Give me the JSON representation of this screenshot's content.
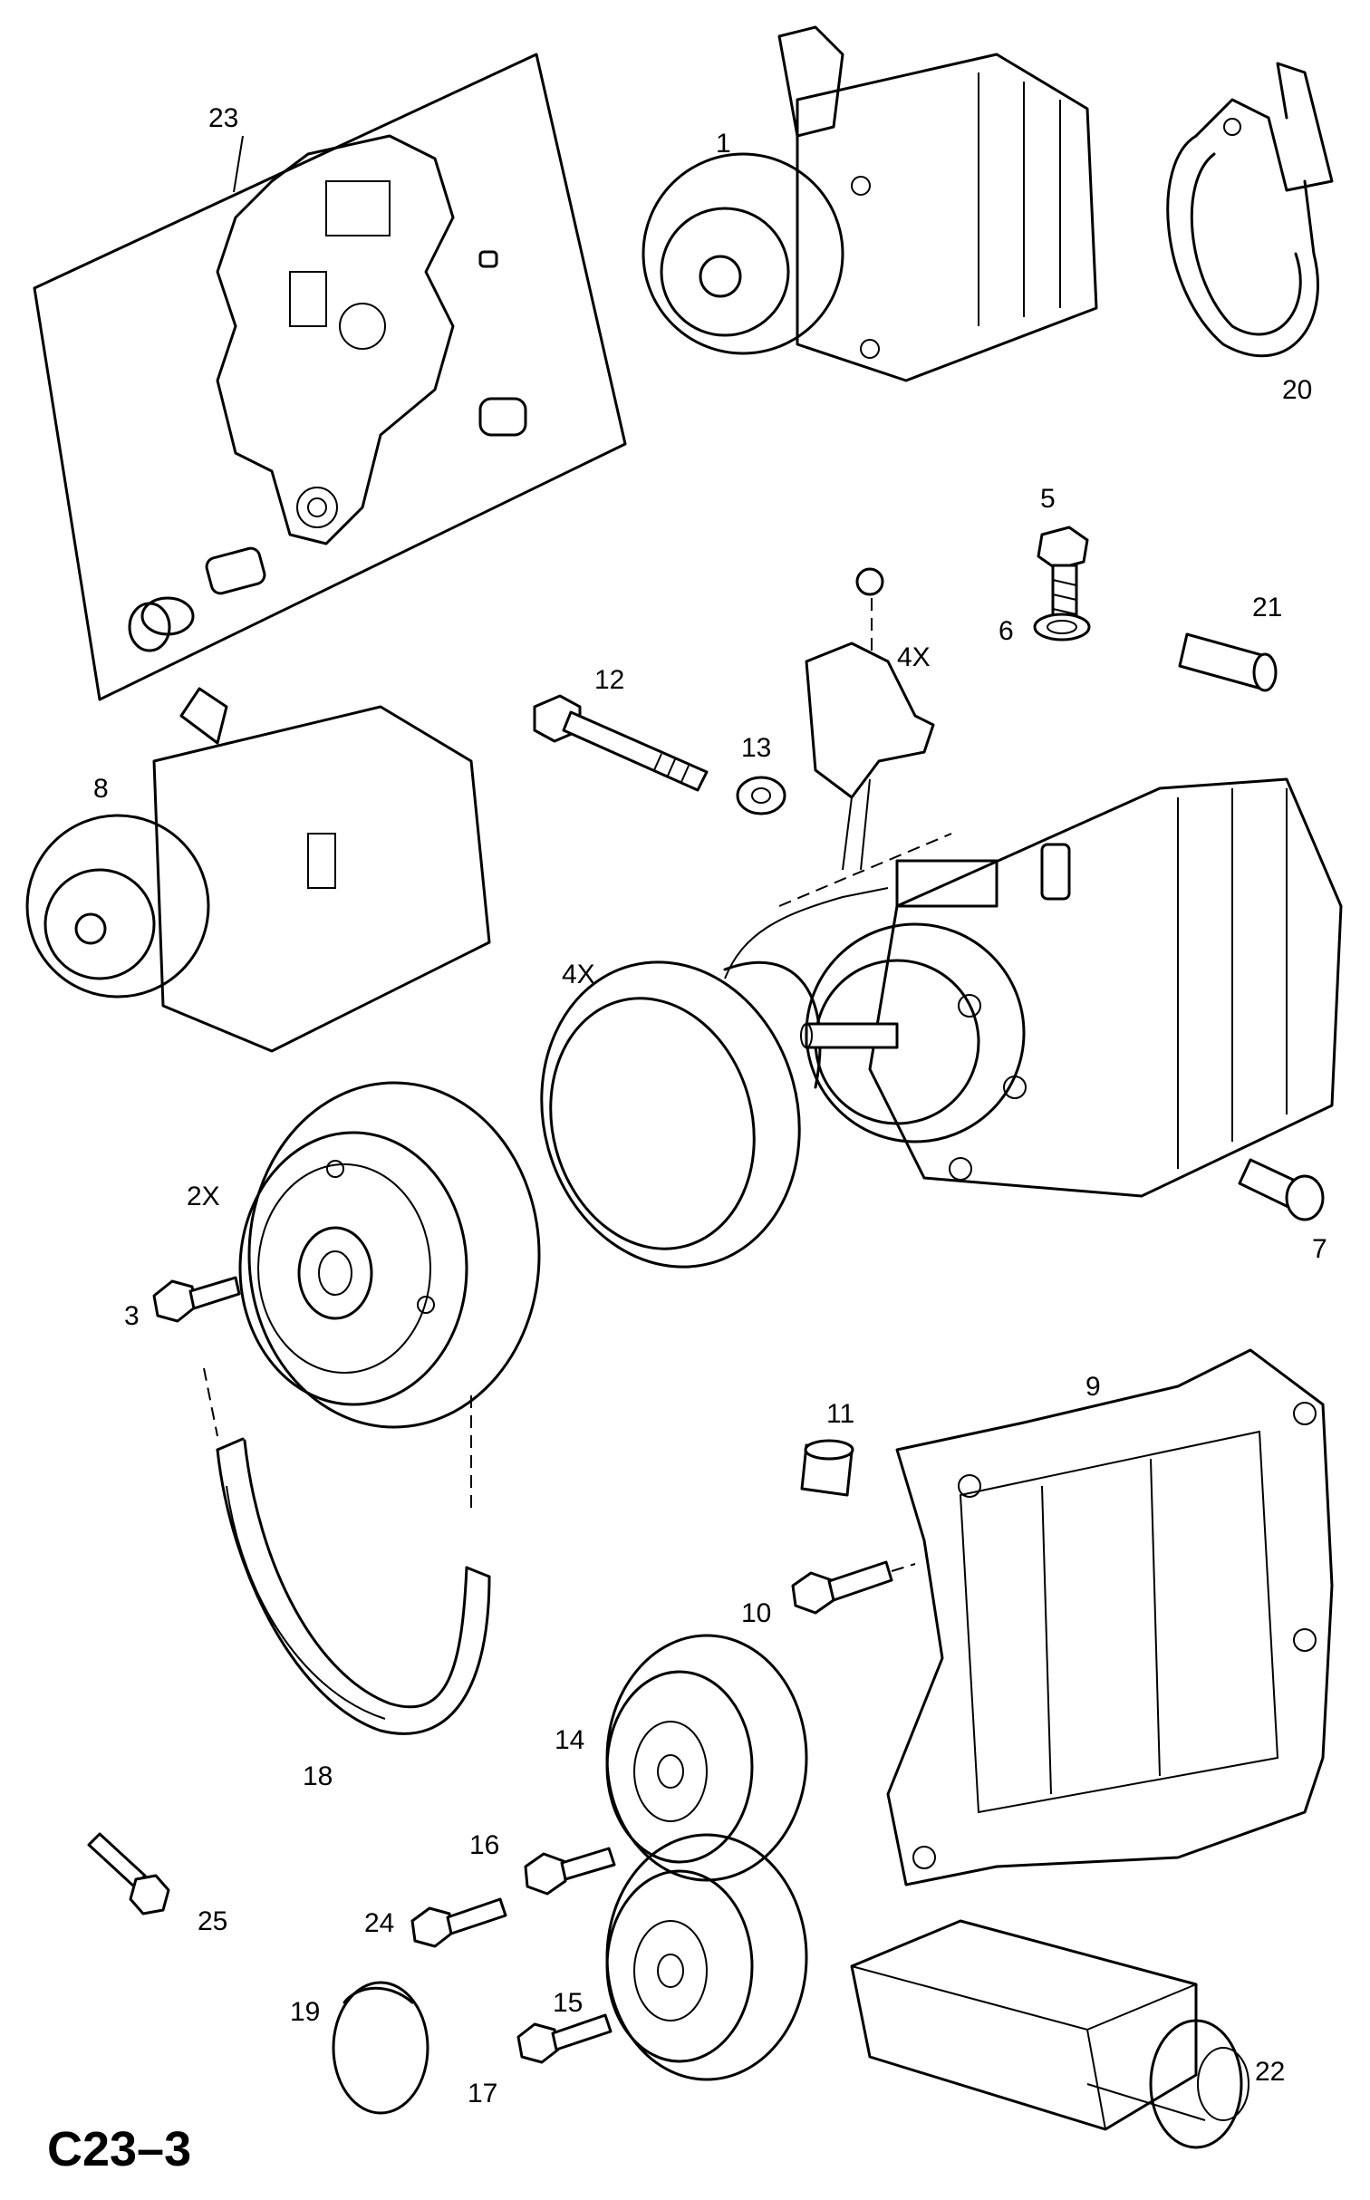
{
  "figure_code": "C23–3",
  "callouts": {
    "p1": "1",
    "p2x": "2X",
    "p3": "3",
    "p4x_a": "4X",
    "p4x_b": "4X",
    "p5": "5",
    "p6": "6",
    "p7": "7",
    "p8": "8",
    "p9": "9",
    "p10": "10",
    "p11": "11",
    "p12": "12",
    "p13": "13",
    "p14": "14",
    "p15": "15",
    "p16": "16",
    "p17": "17",
    "p18": "18",
    "p19": "19",
    "p20": "20",
    "p21": "21",
    "p22": "22",
    "p23": "23",
    "p24": "24",
    "p25": "25"
  }
}
